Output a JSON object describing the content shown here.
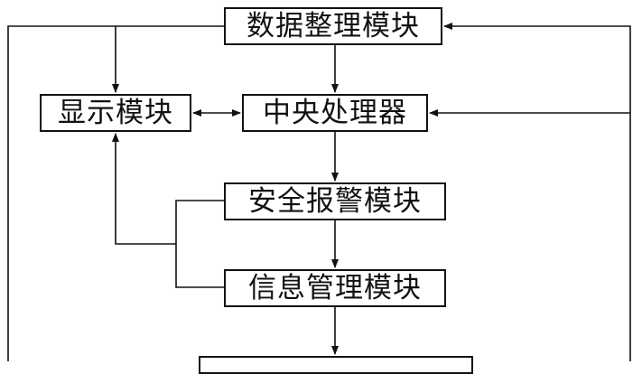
{
  "diagram": {
    "nodes": {
      "data_module": "数据整理模块",
      "display_module": "显示模块",
      "central_processor": "中央处理器",
      "safety_alarm_module": "安全报警模块",
      "info_management_module": "信息管理模块",
      "bottom_module": ""
    },
    "colors": {
      "line": "#111111",
      "background": "#ffffff"
    }
  }
}
